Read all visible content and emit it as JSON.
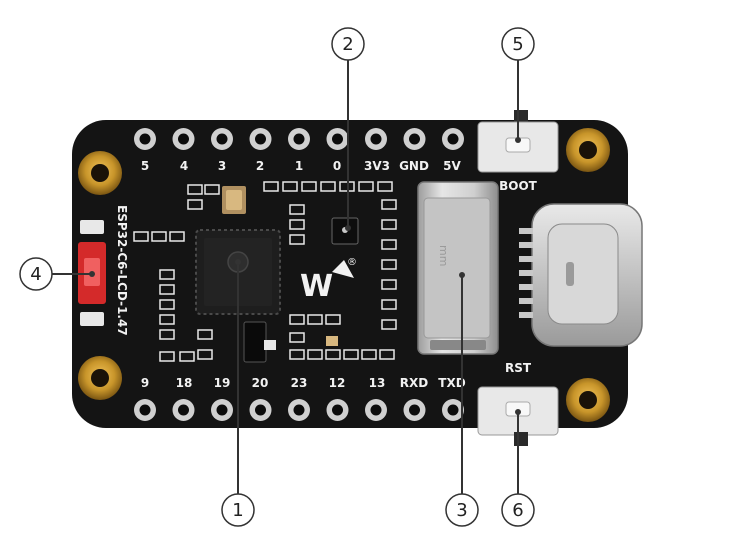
{
  "board": {
    "model": "ESP32-C6-LCD-1.47",
    "logo": "W",
    "logo_mark": "®",
    "top_pins": [
      "5",
      "4",
      "3",
      "2",
      "1",
      "0",
      "3V3",
      "GND",
      "5V"
    ],
    "bottom_pins": [
      "9",
      "18",
      "19",
      "20",
      "23",
      "12",
      "13",
      "RXD",
      "TXD"
    ],
    "boot_label": "BOOT",
    "rst_label": "RST",
    "sd_text": "mm"
  },
  "callouts": [
    {
      "num": "1"
    },
    {
      "num": "2"
    },
    {
      "num": "3"
    },
    {
      "num": "4"
    },
    {
      "num": "5"
    },
    {
      "num": "6"
    }
  ],
  "colors": {
    "pcb": "#141414",
    "gold": "#c8952a",
    "silver": "#d4d4d4",
    "led": "#d42a2a",
    "leader": "#333333"
  }
}
